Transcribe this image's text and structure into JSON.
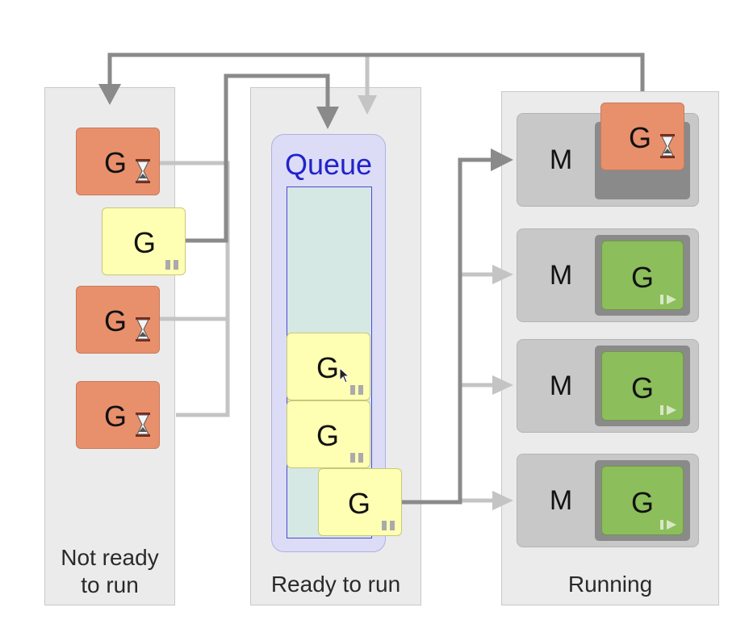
{
  "panels": {
    "not_ready": {
      "label_line1": "Not ready",
      "label_line2": "to run"
    },
    "ready": {
      "label": "Ready to run"
    },
    "running": {
      "label": "Running"
    }
  },
  "queue": {
    "title": "Queue"
  },
  "goroutine_label": "G",
  "machine_label": "M",
  "colors": {
    "waiting": "#e8906c",
    "runnable": "#ffffb3",
    "running": "#8cbe5c",
    "queue_title": "#2222cc",
    "arrow_dark": "#8a8a8a",
    "arrow_light": "#c4c4c4"
  },
  "icons": [
    "hourglass-icon",
    "pause-icon",
    "play-icon",
    "cursor-icon"
  ]
}
